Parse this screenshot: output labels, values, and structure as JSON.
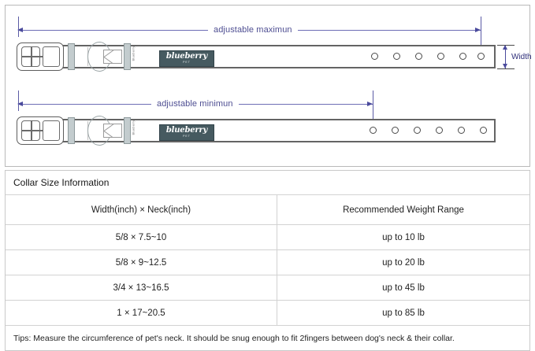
{
  "diagram": {
    "top": {
      "dimension_label": "adjustable maximun",
      "holes": 6
    },
    "bottom": {
      "dimension_label": "adjustable minimun",
      "holes": 6
    },
    "width_label": "Width",
    "logo": {
      "name": "blueberry",
      "sub": "PET"
    },
    "strap_brand": "Blueberry"
  },
  "table": {
    "title": "Collar Size Information",
    "columns": [
      "Width(inch)  ×  Neck(inch)",
      "Recommended Weight Range"
    ],
    "rows": [
      {
        "size": "5/8 × 7.5~10",
        "weight": "up to 10 lb"
      },
      {
        "size": "5/8 × 9~12.5",
        "weight": "up to 20 lb"
      },
      {
        "size": "3/4 × 13~16.5",
        "weight": "up to 45 lb"
      },
      {
        "size": "1 × 17~20.5",
        "weight": "up to 85 lb"
      }
    ],
    "tips": "Tips: Measure the circumference of pet's neck. It should be snug enough to fit 2fingers between dog's neck & their collar."
  }
}
